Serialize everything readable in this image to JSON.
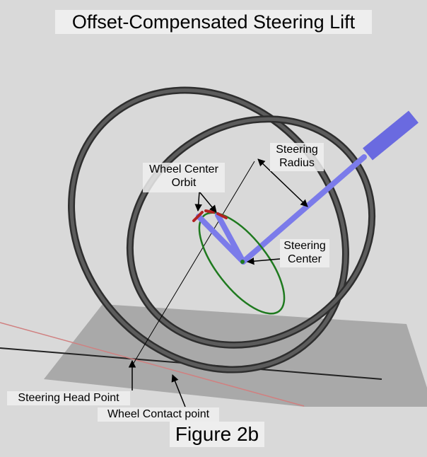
{
  "title": "Offset-Compensated Steering Lift",
  "caption": "Figure 2b",
  "labels": {
    "wheel_center_orbit": [
      "Wheel Center",
      "Orbit"
    ],
    "steering_radius": [
      "Steering",
      "Radius"
    ],
    "steering_center": [
      "Steering",
      "Center"
    ],
    "steering_head_point": "Steering Head Point",
    "wheel_contact_point": "Wheel Contact point"
  },
  "colors": {
    "background": "#d9d9d9",
    "label_background": "#eeeeee",
    "ground_plane": "#a9a9a9",
    "wheel": "#4a4a4a",
    "steering_axis": "#7b7bea",
    "orbit_ellipse": "#1f7a1f",
    "orbit_marks": "#b22222",
    "ground_line_red": "#d08080",
    "ground_line_black": "#222222"
  }
}
